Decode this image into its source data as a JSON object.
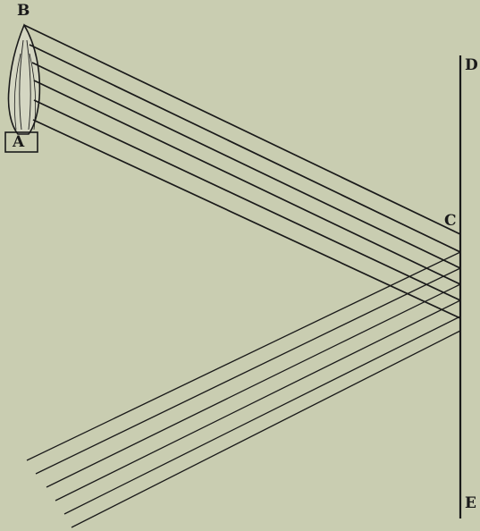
{
  "labels": {
    "a": "A",
    "b": "B",
    "c": "C",
    "d": "D",
    "e": "E"
  },
  "colors": {
    "background": "#c9cdb1",
    "ink": "#1a1a1a"
  },
  "elements": {
    "source": "flame-icon",
    "surface": "mirror-line",
    "incident_rays": 6,
    "reflected_rays": 6
  }
}
